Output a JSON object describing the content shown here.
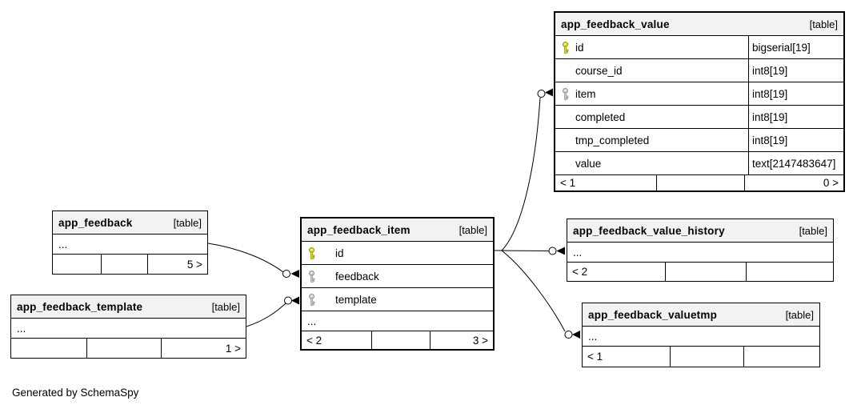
{
  "page": {
    "caption": "Generated by SchemaSpy",
    "background": "#ffffff"
  },
  "colors": {
    "header_bg": "#f2f2f2",
    "border": "#000000",
    "line": "#000000",
    "primary_key": "#e6e300",
    "foreign_key": "#cccccc"
  },
  "tables": {
    "app_feedback_value": {
      "title": "app_feedback_value",
      "tag": "[table]",
      "columns": [
        {
          "name": "id",
          "type": "bigserial[19]",
          "key": "primary"
        },
        {
          "name": "course_id",
          "type": "int8[19]",
          "key": null
        },
        {
          "name": "item",
          "type": "int8[19]",
          "key": "foreign"
        },
        {
          "name": "completed",
          "type": "int8[19]",
          "key": null
        },
        {
          "name": "tmp_completed",
          "type": "int8[19]",
          "key": null
        },
        {
          "name": "value",
          "type": "text[2147483647]",
          "key": null
        }
      ],
      "footer": {
        "left": "< 1",
        "center": "",
        "right": "0 >"
      }
    },
    "app_feedback": {
      "title": "app_feedback",
      "tag": "[table]",
      "ellipsis": "...",
      "footer": {
        "left": "",
        "center": "",
        "right": "5 >"
      }
    },
    "app_feedback_template": {
      "title": "app_feedback_template",
      "tag": "[table]",
      "ellipsis": "...",
      "footer": {
        "left": "",
        "center": "",
        "right": "1 >"
      }
    },
    "app_feedback_item": {
      "title": "app_feedback_item",
      "tag": "[table]",
      "columns": [
        {
          "name": "id",
          "key": "primary"
        },
        {
          "name": "feedback",
          "key": "foreign"
        },
        {
          "name": "template",
          "key": "foreign"
        }
      ],
      "ellipsis": "...",
      "footer": {
        "left": "< 2",
        "center": "",
        "right": "3 >"
      }
    },
    "app_feedback_value_history": {
      "title": "app_feedback_value_history",
      "tag": "[table]",
      "ellipsis": "...",
      "footer": {
        "left": "< 2",
        "center": "",
        "right": ""
      }
    },
    "app_feedback_valuetmp": {
      "title": "app_feedback_valuetmp",
      "tag": "[table]",
      "ellipsis": "...",
      "footer": {
        "left": "< 1",
        "center": "",
        "right": ""
      }
    }
  },
  "relationships": [
    {
      "source": "app_feedback",
      "target": "app_feedback_item.feedback",
      "marker": "circle-arrow"
    },
    {
      "source": "app_feedback_template",
      "target": "app_feedback_item.template",
      "marker": "circle-arrow"
    },
    {
      "source": "app_feedback_item.id",
      "target": "app_feedback_value.item",
      "marker": "circle-arrow"
    },
    {
      "source": "app_feedback_item.id",
      "target": "app_feedback_value_history",
      "marker": "circle-arrow"
    },
    {
      "source": "app_feedback_item.id",
      "target": "app_feedback_valuetmp",
      "marker": "circle-arrow"
    }
  ]
}
